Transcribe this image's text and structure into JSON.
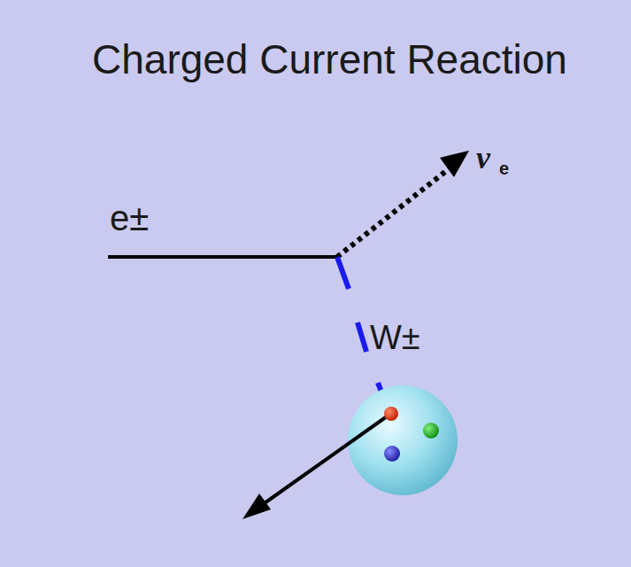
{
  "diagram": {
    "title": "Charged Current Reaction",
    "labels": [
      "e±",
      "W±",
      "ν",
      "e"
    ]
  }
}
